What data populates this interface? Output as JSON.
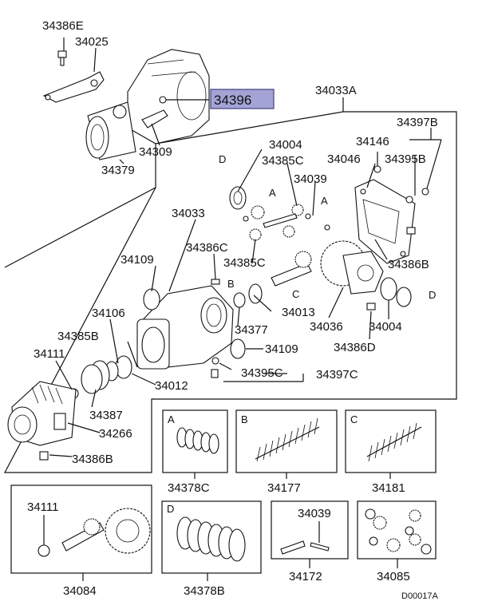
{
  "diagram": {
    "code": "D00017A",
    "labels": {
      "p34386E": "34386E",
      "p34025": "34025",
      "p34396": "34396",
      "p34309": "34309",
      "p34379": "34379",
      "p34033A": "34033A",
      "p34397B": "34397B",
      "p34004a": "34004",
      "p34146": "34146",
      "p34385C_a": "34385C",
      "p34046": "34046",
      "p34395B": "34395B",
      "p34039a": "34039",
      "p34033": "34033",
      "p34386C": "34386C",
      "p34109a": "34109",
      "p34385C_b": "34385C",
      "p34386B_a": "34386B",
      "p34013": "34013",
      "p34106": "34106",
      "p34036": "34036",
      "p34004b": "34004",
      "p34377": "34377",
      "p34385B": "34385B",
      "p34386D": "34386D",
      "p34109b": "34109",
      "p34111a": "34111",
      "p34395C": "34395C",
      "p34397C": "34397C",
      "p34012": "34012",
      "p34387": "34387",
      "p34266": "34266",
      "p34386B_b": "34386B",
      "p34378C": "34378C",
      "p34177": "34177",
      "p34181": "34181",
      "p34111b": "34111",
      "p34039b": "34039",
      "p34084": "34084",
      "p34378B": "34378B",
      "p34172": "34172",
      "p34085": "34085"
    },
    "tags": {
      "A": "A",
      "B": "B",
      "C": "C",
      "D": "D"
    },
    "highlight_color": "#a3a3d6"
  }
}
